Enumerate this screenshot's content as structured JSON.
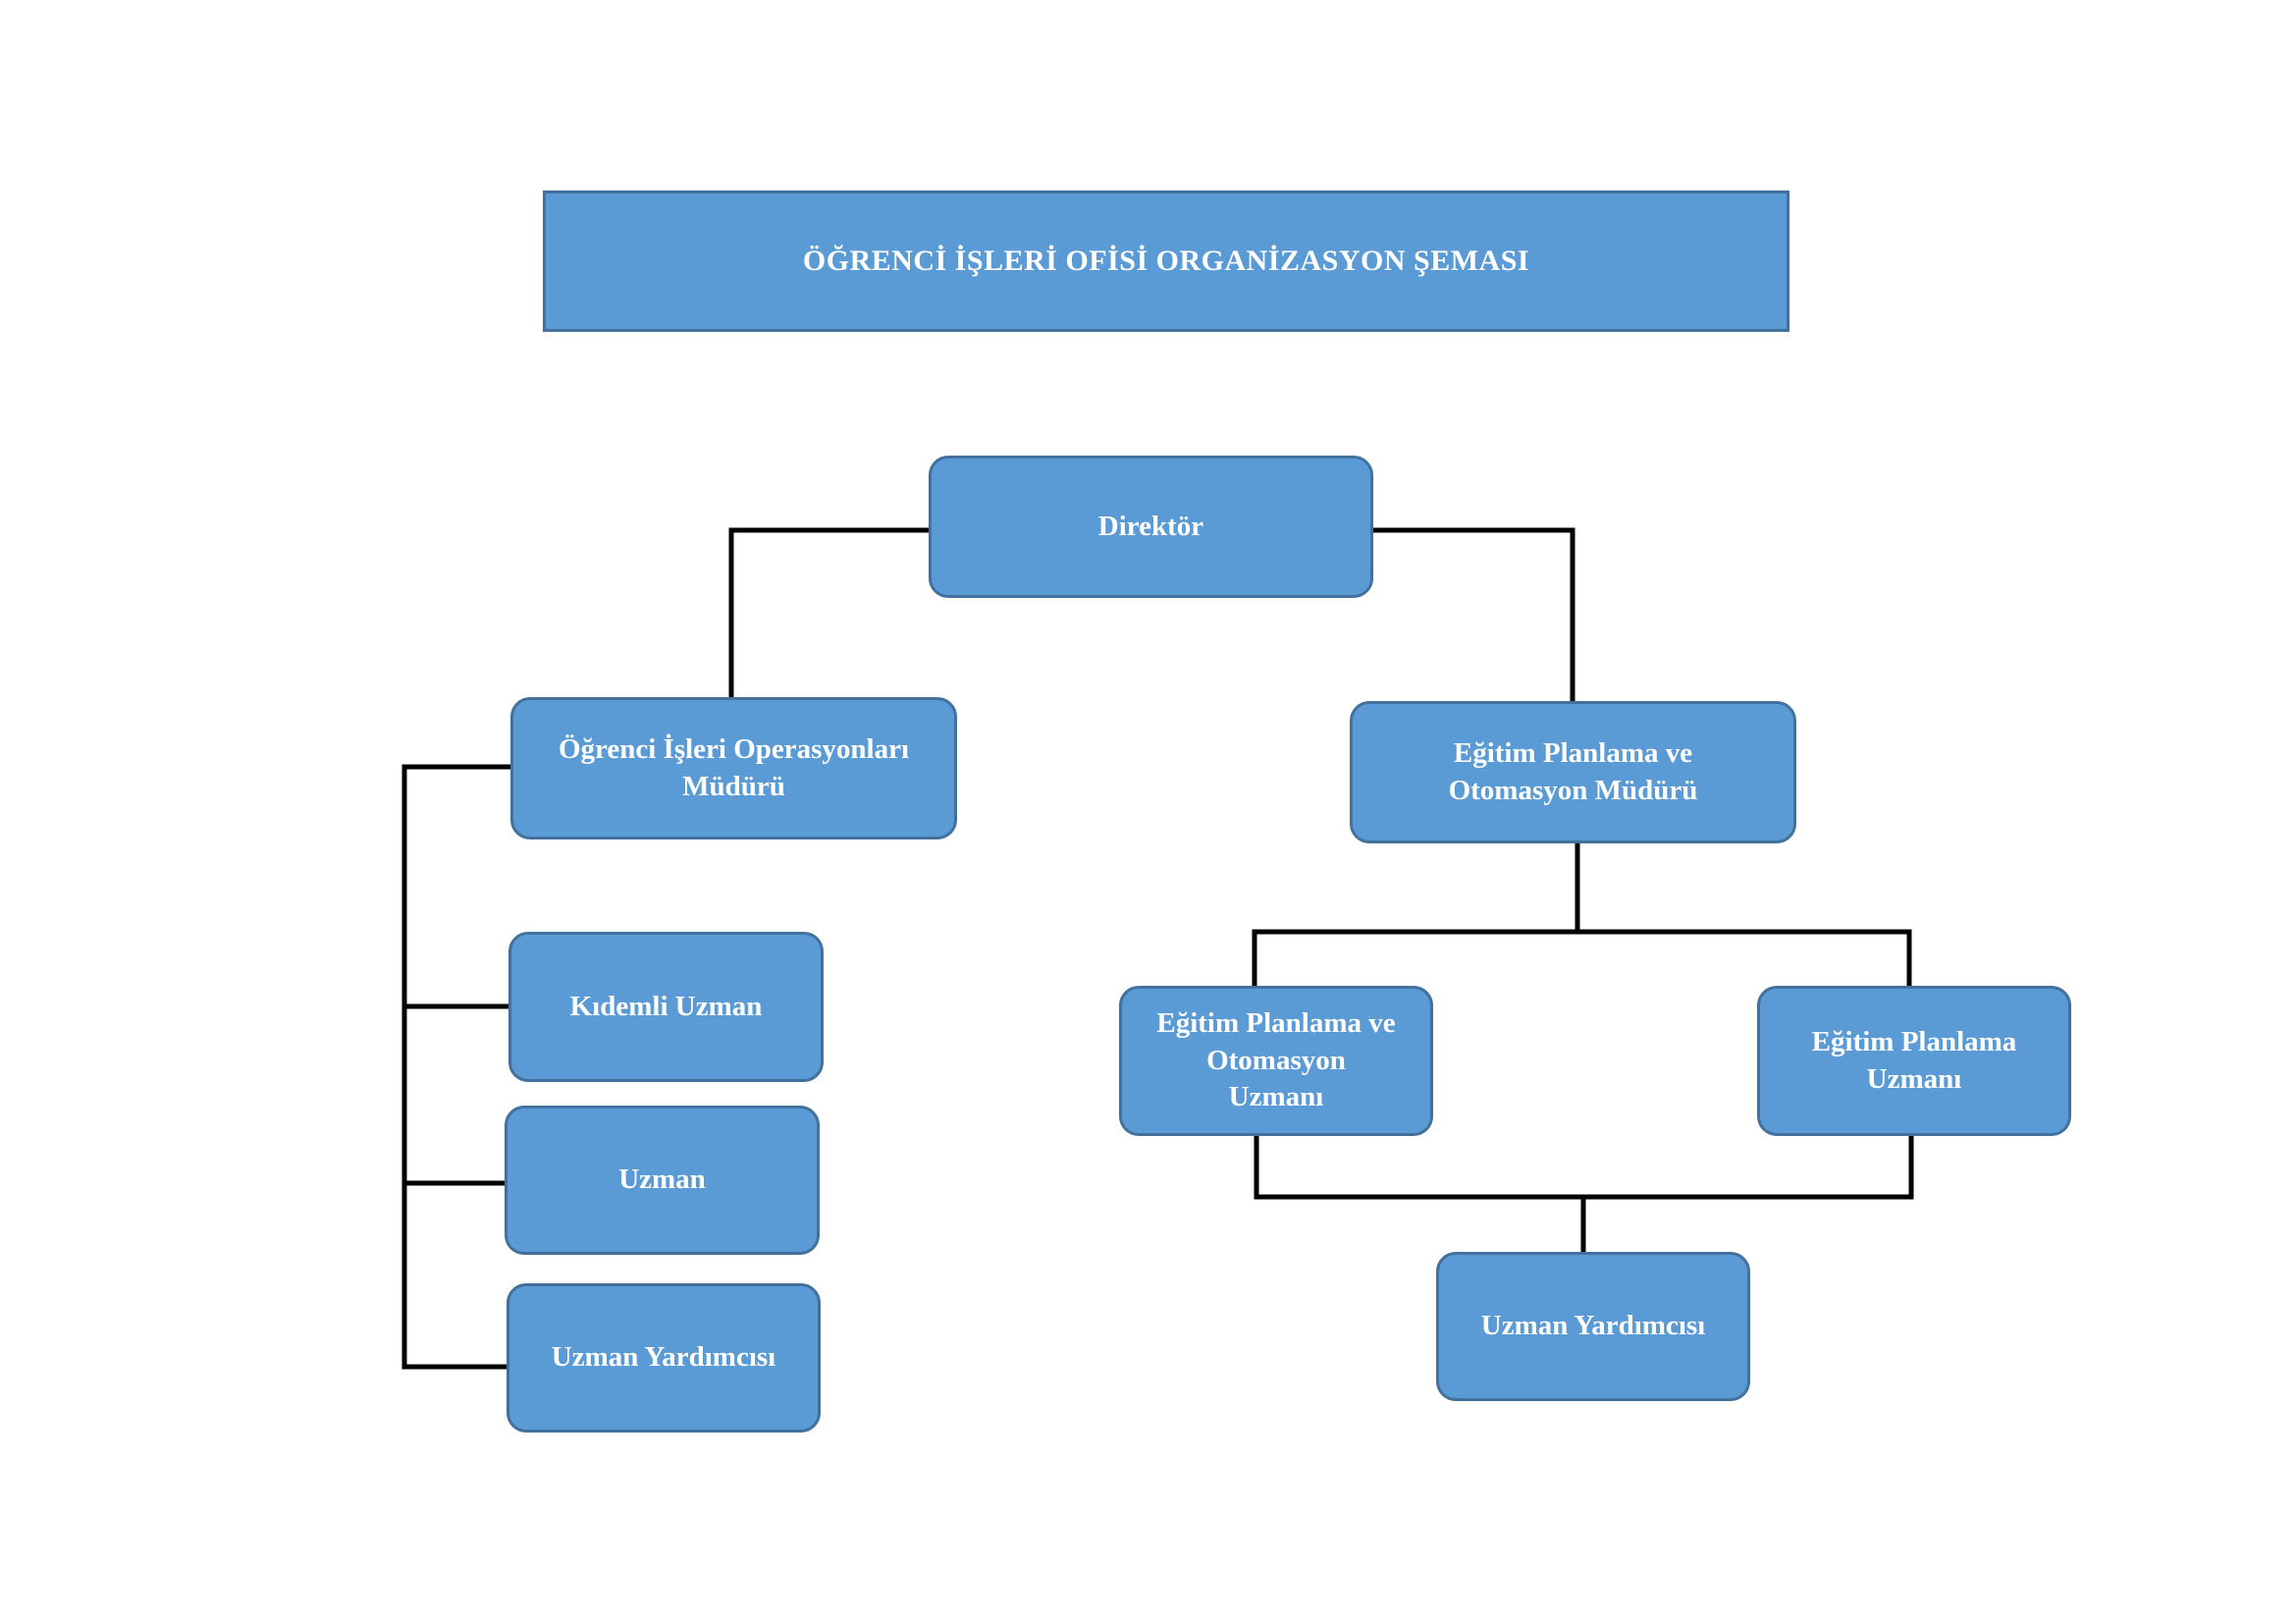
{
  "title": "ÖĞRENCİ İŞLERİ OFİSİ ORGANİZASYON ŞEMASI",
  "colors": {
    "box_fill": "#5b9bd5",
    "box_border": "#41719c",
    "box_text": "#ffffff",
    "connector": "#000000"
  },
  "nodes": {
    "director": "Direktör",
    "ops_manager": "Öğrenci İşleri Operasyonları\nMüdürü",
    "planning_manager": "Eğitim Planlama ve\nOtomasyon Müdürü",
    "senior_specialist": "Kıdemli Uzman",
    "specialist": "Uzman",
    "assistant_left": "Uzman Yardımcısı",
    "planning_automation_specialist": "Eğitim Planlama ve\nOtomasyon\nUzmanı",
    "planning_specialist": "Eğitim Planlama\nUzmanı",
    "assistant_right": "Uzman Yardımcısı"
  }
}
